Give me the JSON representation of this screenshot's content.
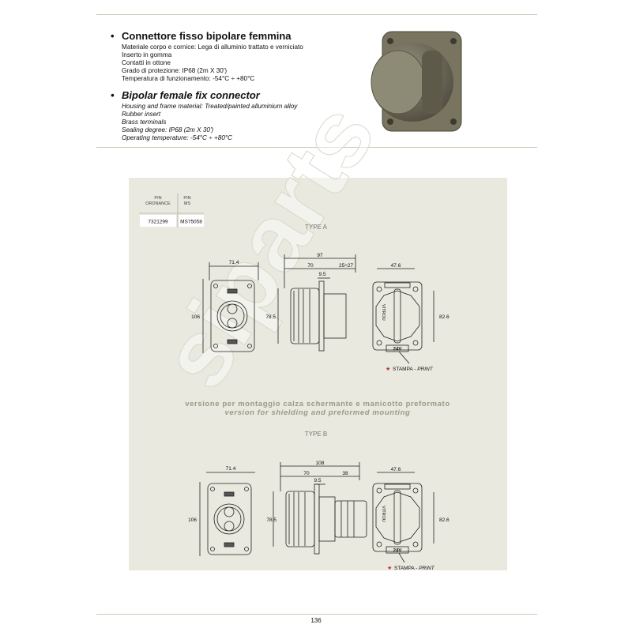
{
  "italian": {
    "title": "Connettore fisso bipolare femmina",
    "lines": [
      "Materiale corpo e cornice: Lega di alluminio trattato e verniciato",
      "Inserto in gomma",
      "Contatti in ottone",
      "Grado di protezione: IP68 (2m X 30')",
      "Temperatura di funzionamento: -54°C ÷ +80°C"
    ]
  },
  "english": {
    "title": "Bipolar female fix connector",
    "lines": [
      "Housing and frame material: Treated/painted alluminium alloy",
      "Rubber insert",
      "Brass terminals",
      "Sealing degree: IP68 (2m X 30')",
      "Operating temperature: -54°C ÷ +80°C"
    ]
  },
  "table": {
    "headers": [
      "PIN\nORDNANCE",
      "PIN\nMS"
    ],
    "header_lines": [
      [
        "PIN",
        "ORDNANCE"
      ],
      [
        "PIN",
        "MS"
      ]
    ],
    "values": [
      "7321299",
      "MS75058"
    ]
  },
  "watermark": "siparts",
  "type_a": {
    "label": "TYPE A",
    "front_width": "71.4",
    "front_height": "106",
    "side_total": "97",
    "side_body": "70",
    "side_extra": "25÷27",
    "side_flange": "9.5",
    "side_height": "78.5",
    "back_width": "47.6",
    "back_height": "82.6",
    "voltage": "24V",
    "marking": "VITROU",
    "print_note": "STAMPA - ",
    "print_note_en": "PRINT"
  },
  "variant_note": {
    "italian": "versione per montaggio calza schermante e manicotto preformato",
    "english": "version for shielding and preformed mounting"
  },
  "type_b": {
    "label": "TYPE B",
    "front_width": "71.4",
    "front_height": "106",
    "side_total": "108",
    "side_body": "70",
    "side_extra": "38",
    "side_flange": "9.5",
    "side_height": "78.5",
    "back_width": "47.6",
    "back_height": "82.6",
    "voltage": "24V",
    "marking": "VITROU",
    "print_note": "STAMPA - ",
    "print_note_en": "PRINT"
  },
  "page_number": "136",
  "colors": {
    "panel": "#e9e9df",
    "variant_text": "#9a9a86",
    "star": "#c0302a"
  }
}
